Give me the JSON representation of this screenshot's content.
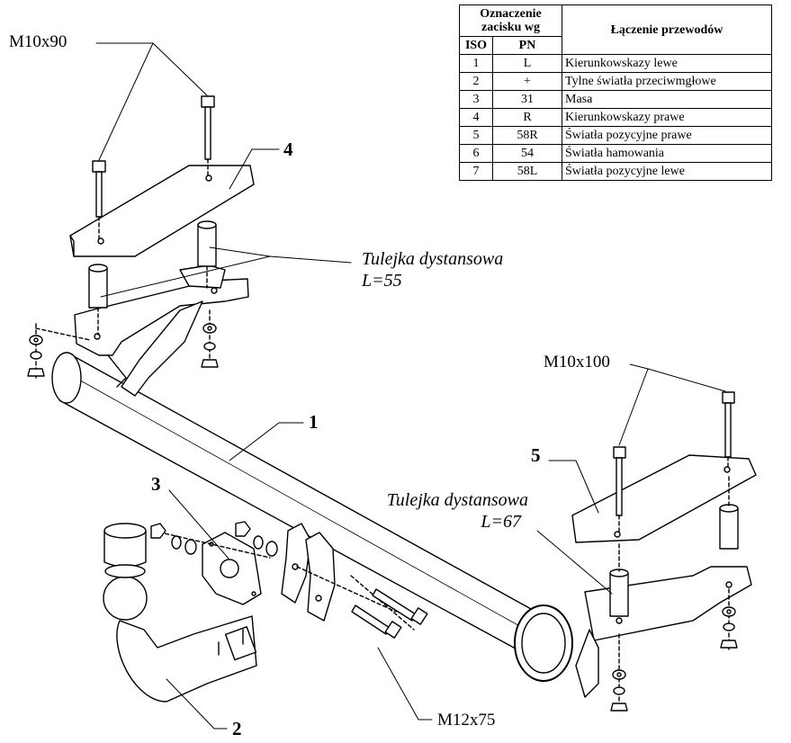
{
  "table": {
    "header_group": "Oznaczenie zacisku wg",
    "header_group_line1": "Oznaczenie",
    "header_group_line2": "zacisku wg",
    "header_iso": "ISO",
    "header_pn": "PN",
    "header_desc": "Łączenie przewodów",
    "rows": [
      {
        "iso": "1",
        "pn": "L",
        "desc": "Kierunkowskazy lewe"
      },
      {
        "iso": "2",
        "pn": "+",
        "desc": "Tylne światła przeciwmgłowe"
      },
      {
        "iso": "3",
        "pn": "31",
        "desc": "Masa"
      },
      {
        "iso": "4",
        "pn": "R",
        "desc": "Kierunkowskazy prawe"
      },
      {
        "iso": "5",
        "pn": "58R",
        "desc": "Światła pozycyjne prawe"
      },
      {
        "iso": "6",
        "pn": "54",
        "desc": "Światła hamowania"
      },
      {
        "iso": "7",
        "pn": "58L",
        "desc": "Światła pozycyjne lewe"
      }
    ]
  },
  "labels": {
    "bolt_left": "M10x90",
    "bolt_right": "M10x100",
    "bolt_bottom": "M12x75",
    "spacer_upper_line1": "Tulejka dystansowa",
    "spacer_upper_line2": "L=55",
    "spacer_lower_line1": "Tulejka dystansowa",
    "spacer_lower_line2": "L=67"
  },
  "parts": {
    "p1": "1",
    "p2": "2",
    "p3": "3",
    "p4": "4",
    "p5": "5"
  }
}
